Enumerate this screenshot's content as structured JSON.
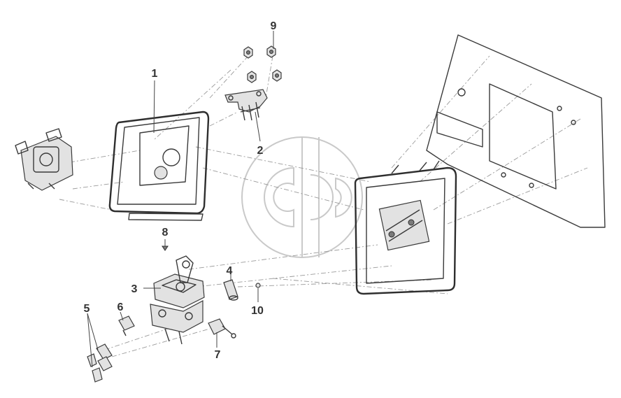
{
  "diagram": {
    "callouts": [
      {
        "id": "1",
        "text": "1"
      },
      {
        "id": "2",
        "text": "2"
      },
      {
        "id": "3",
        "text": "3"
      },
      {
        "id": "4",
        "text": "4"
      },
      {
        "id": "5",
        "text": "5"
      },
      {
        "id": "6",
        "text": "6"
      },
      {
        "id": "7",
        "text": "7"
      },
      {
        "id": "8",
        "text": "8"
      },
      {
        "id": "9",
        "text": "9"
      },
      {
        "id": "10",
        "text": "10"
      }
    ],
    "line_color": "#3a3a3a",
    "guide_color": "#9a9a9a",
    "watermark_color": "#c9c9c9",
    "background": "#ffffff"
  }
}
